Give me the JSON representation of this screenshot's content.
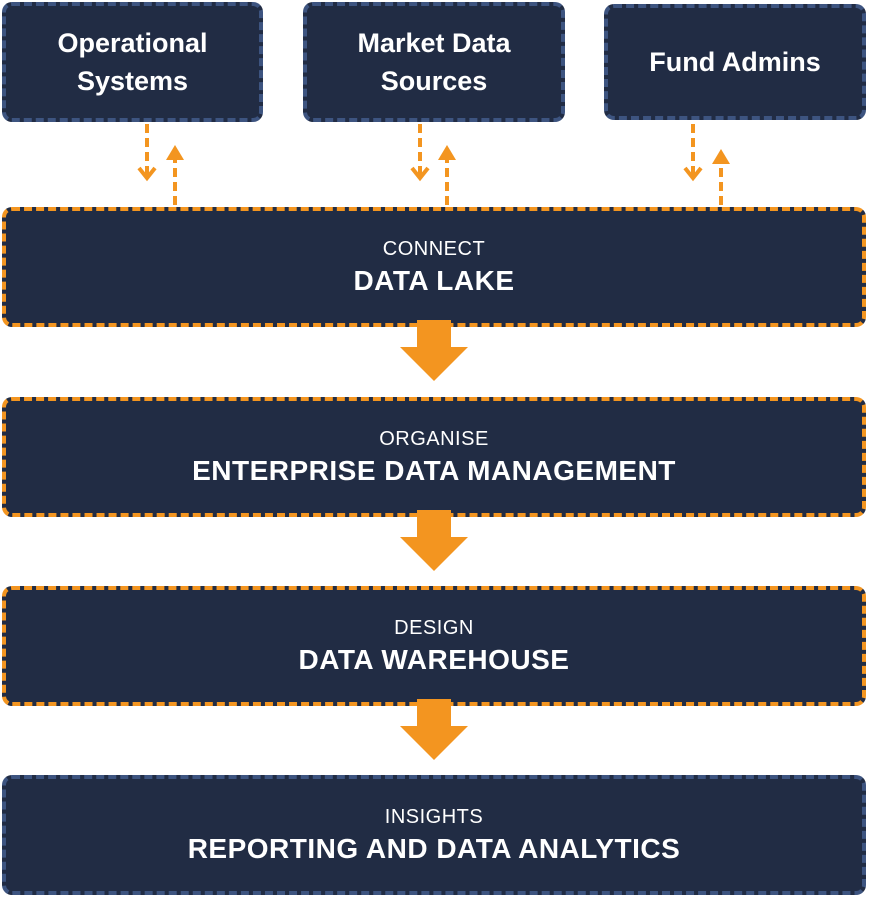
{
  "sources": [
    {
      "id": "operational-systems",
      "label": "Operational Systems"
    },
    {
      "id": "market-data-sources",
      "label": "Market Data Sources"
    },
    {
      "id": "fund-admins",
      "label": "Fund Admins"
    }
  ],
  "stages": [
    {
      "kicker": "CONNECT",
      "title": "DATA LAKE"
    },
    {
      "kicker": "ORGANISE",
      "title": "ENTERPRISE DATA MANAGEMENT"
    },
    {
      "kicker": "DESIGN",
      "title": "DATA WAREHOUSE"
    },
    {
      "kicker": "INSIGHTS",
      "title": "REPORTING AND DATA ANALYTICS"
    }
  ],
  "colors": {
    "box_fill": "#212c44",
    "accent_orange": "#f39520",
    "border_blue": "#3d5480",
    "text": "#ffffff"
  }
}
